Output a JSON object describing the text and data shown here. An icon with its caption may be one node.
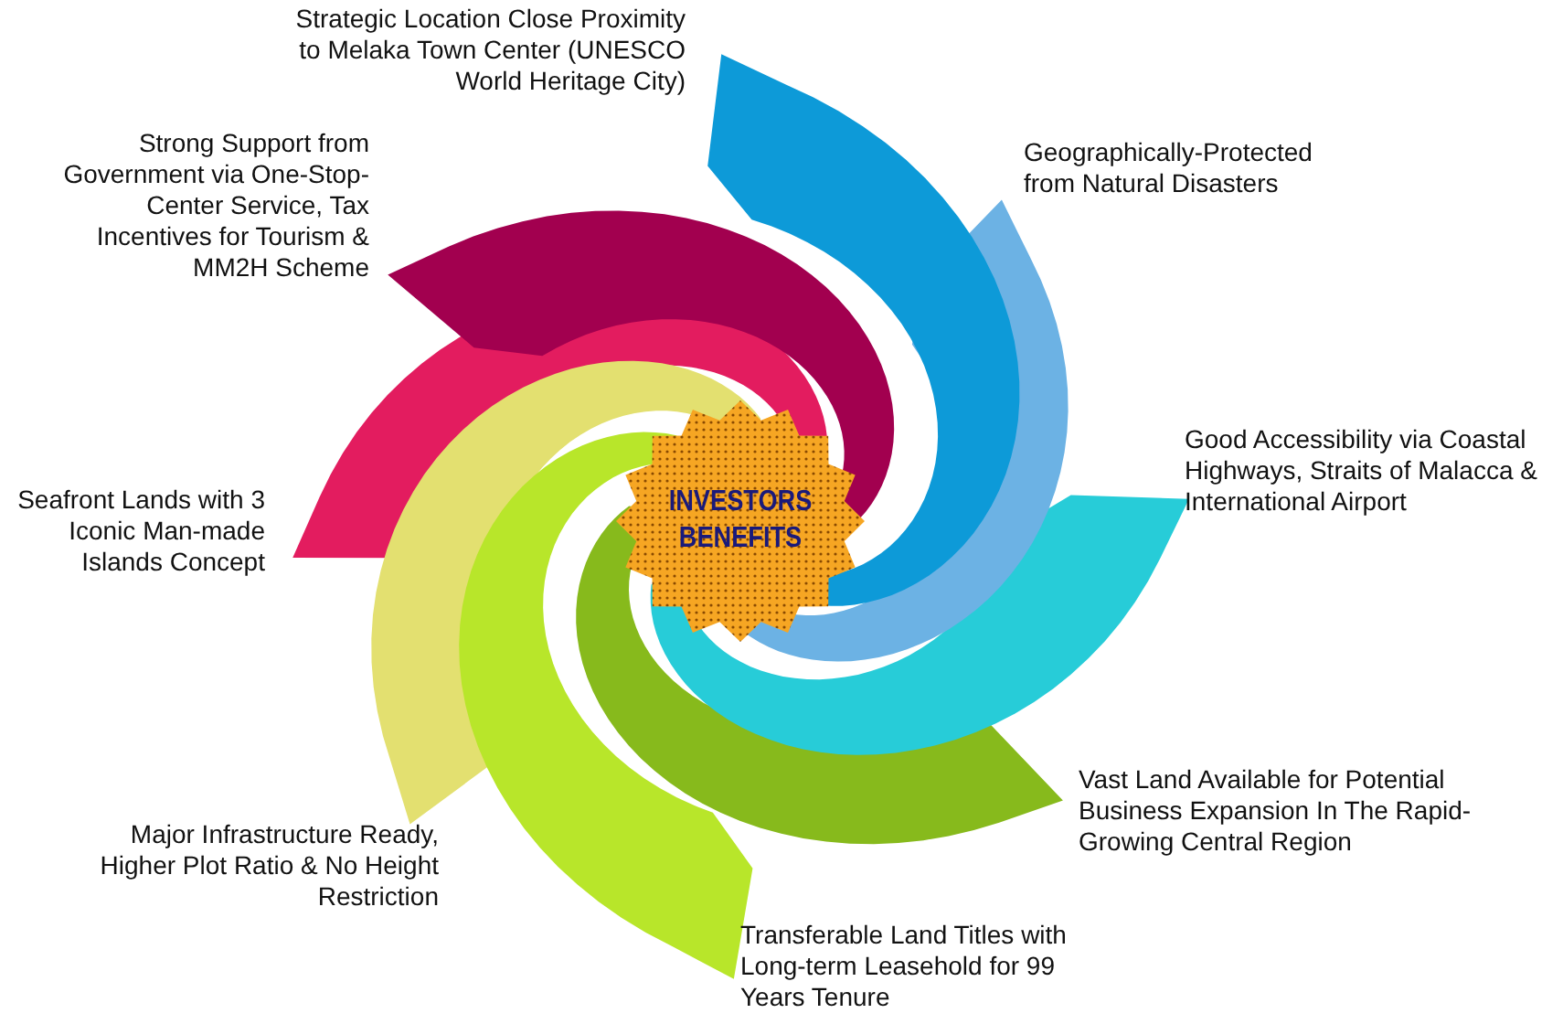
{
  "diagram": {
    "nodes": [
      {
        "text": [
          "INVESTORS BENEFITS"
        ]
      }
    ],
    "labels": [
      "Strategic Location Close Proximity to Melaka Town Center (UNESCO World Heritage City)",
      "Strong Support from Government via One-Stop-Center Service, Tax Incentives for Tourism & MM2H Scheme",
      "Geographically-Protected from Natural Disasters",
      "Seafront Lands with 3 Iconic Man-made Islands Concept",
      "Good Accessibility via Coastal Highways, Straits of Malacca & International Airport",
      "Vast Land Available for Potential Business Expansion In The Rapid-Growing Central Region",
      "Major Infrastructure Ready, Higher Plot Ratio & No Height Restriction",
      "Transferable Land Titles with Long-term Leasehold for 99 Years Tenure"
    ]
  }
}
